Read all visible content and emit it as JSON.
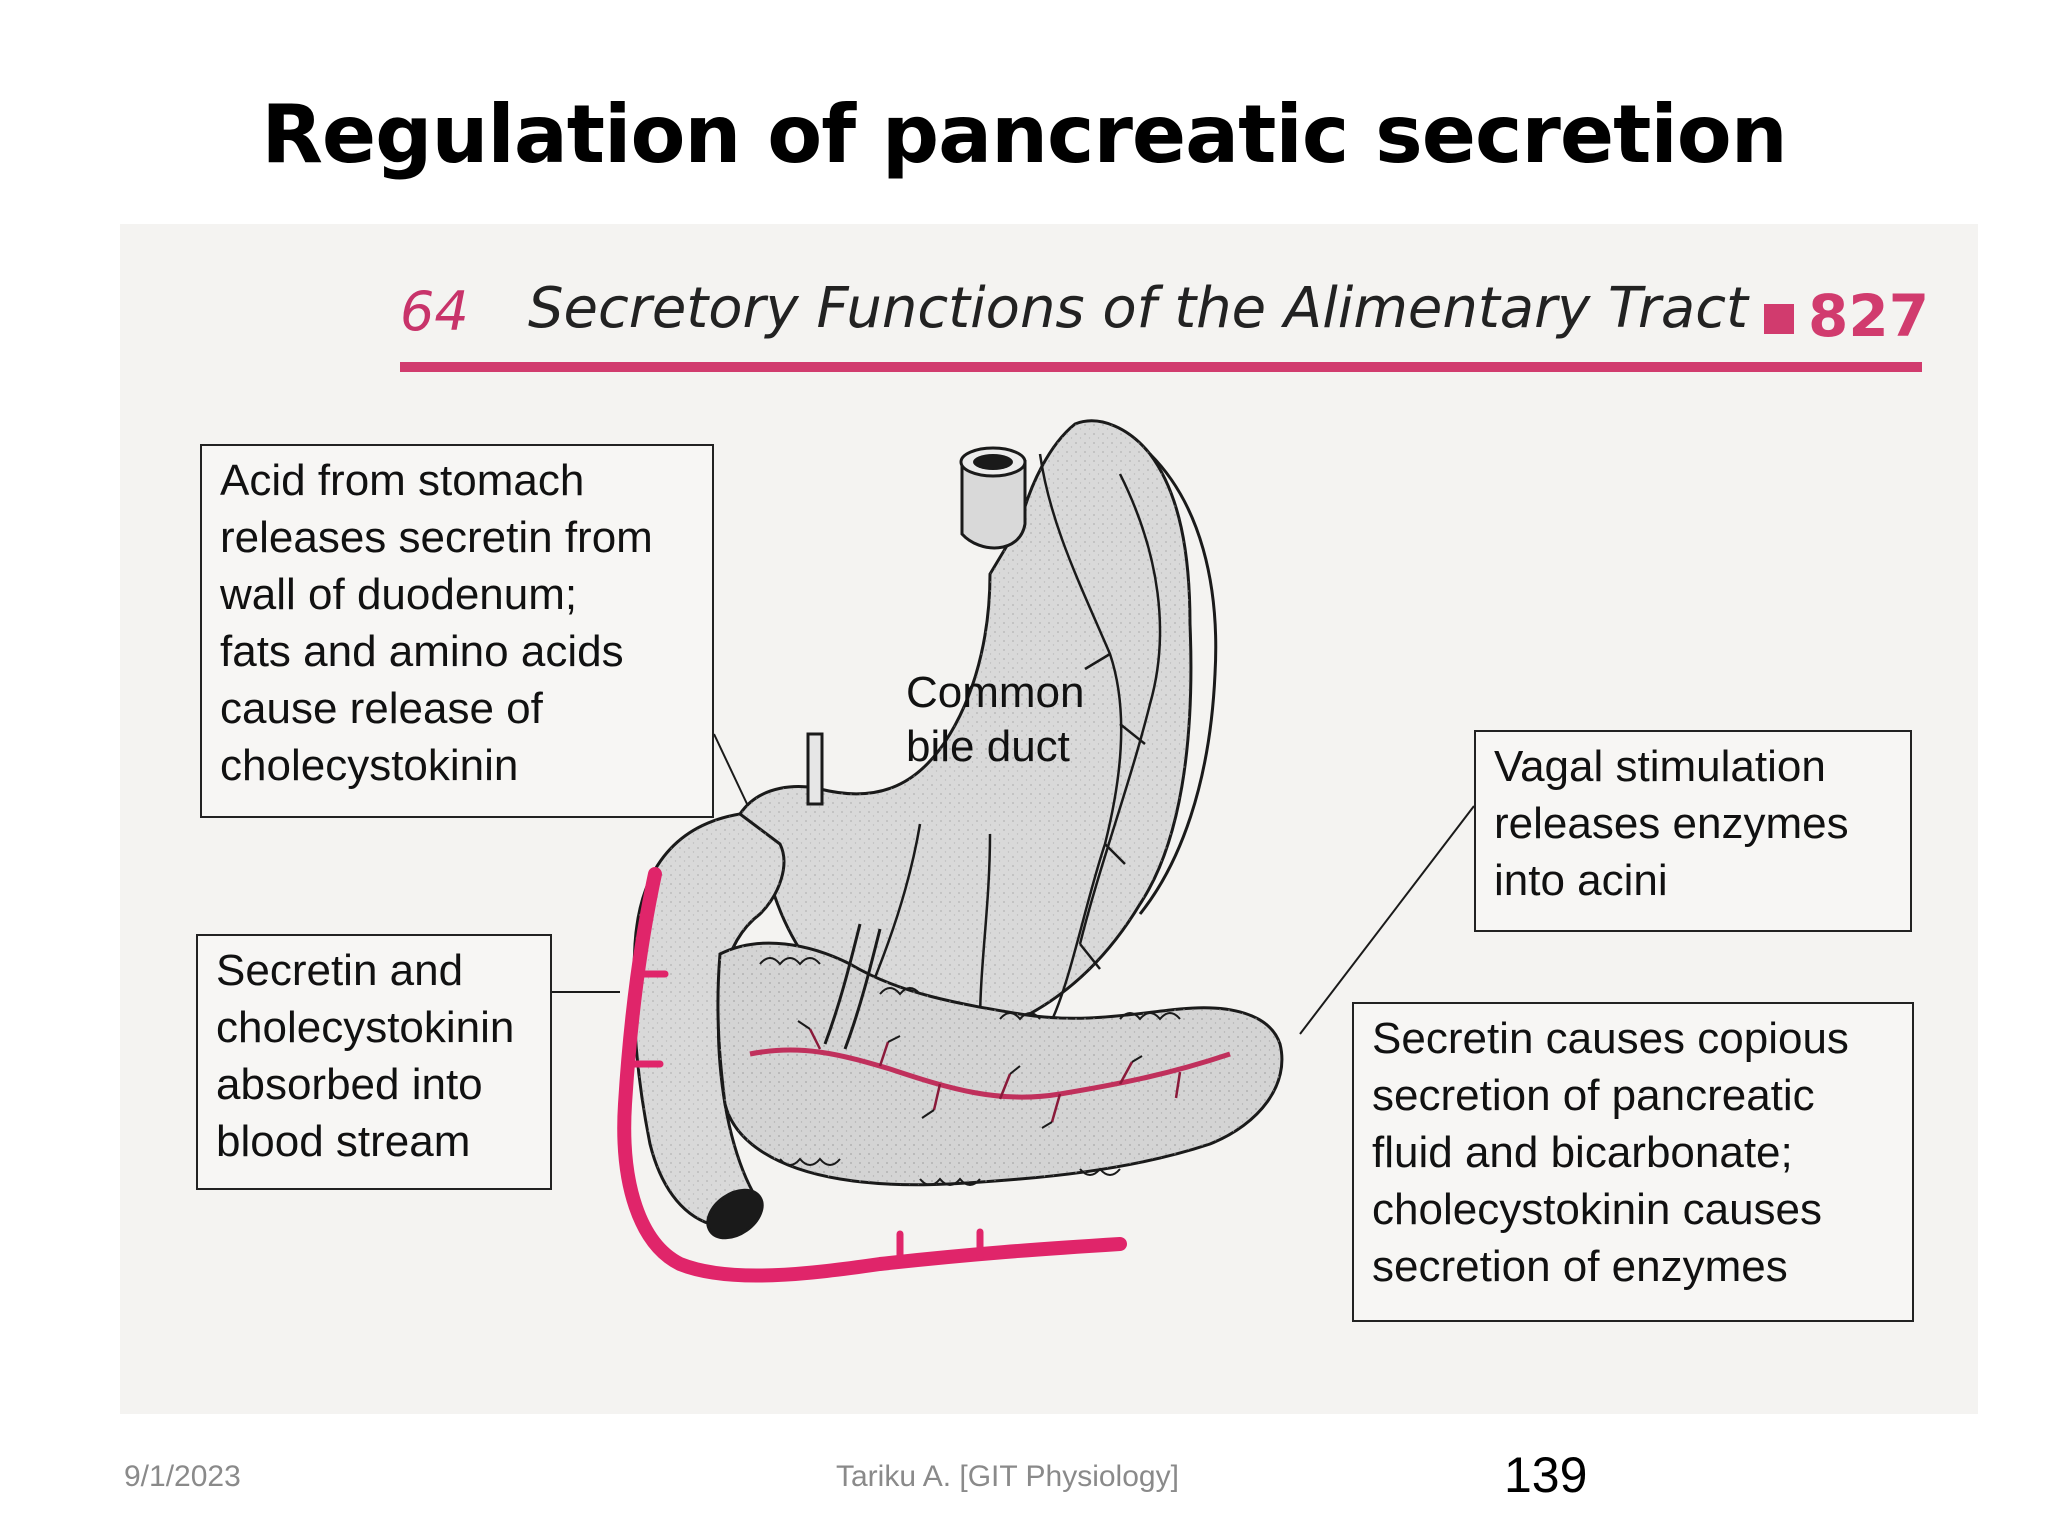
{
  "slide_title": "Regulation of pancreatic secretion",
  "header": {
    "chapter_number": "64",
    "chapter_title": "Secretory Functions of the Alimentary Tract",
    "page_number": "827"
  },
  "labels": {
    "acid_box": "Acid from stomach\nreleases secretin from\nwall of duodenum;\nfats and amino acids\ncause release of\ncholecystokinin",
    "bile_duct": "Common\nbile duct",
    "vagal_box": "Vagal stimulation\nreleases enzymes\ninto acini",
    "absorbed_box": "Secretin and\ncholecystokinin\nabsorbed into\nblood stream",
    "secretin_box": "Secretin causes copious\nsecretion of pancreatic\nfluid and bicarbonate;\ncholecystokinin causes\nsecretion of enzymes"
  },
  "footer": {
    "date": "9/1/2023",
    "author": "Tariku A. [GIT Physiology]",
    "slide_number": "139"
  },
  "colors": {
    "accent": "#d13b6e",
    "blood_vessel": "#e0256a",
    "organ_fill": "#d9d9d9",
    "outline": "#1a1a1a"
  }
}
